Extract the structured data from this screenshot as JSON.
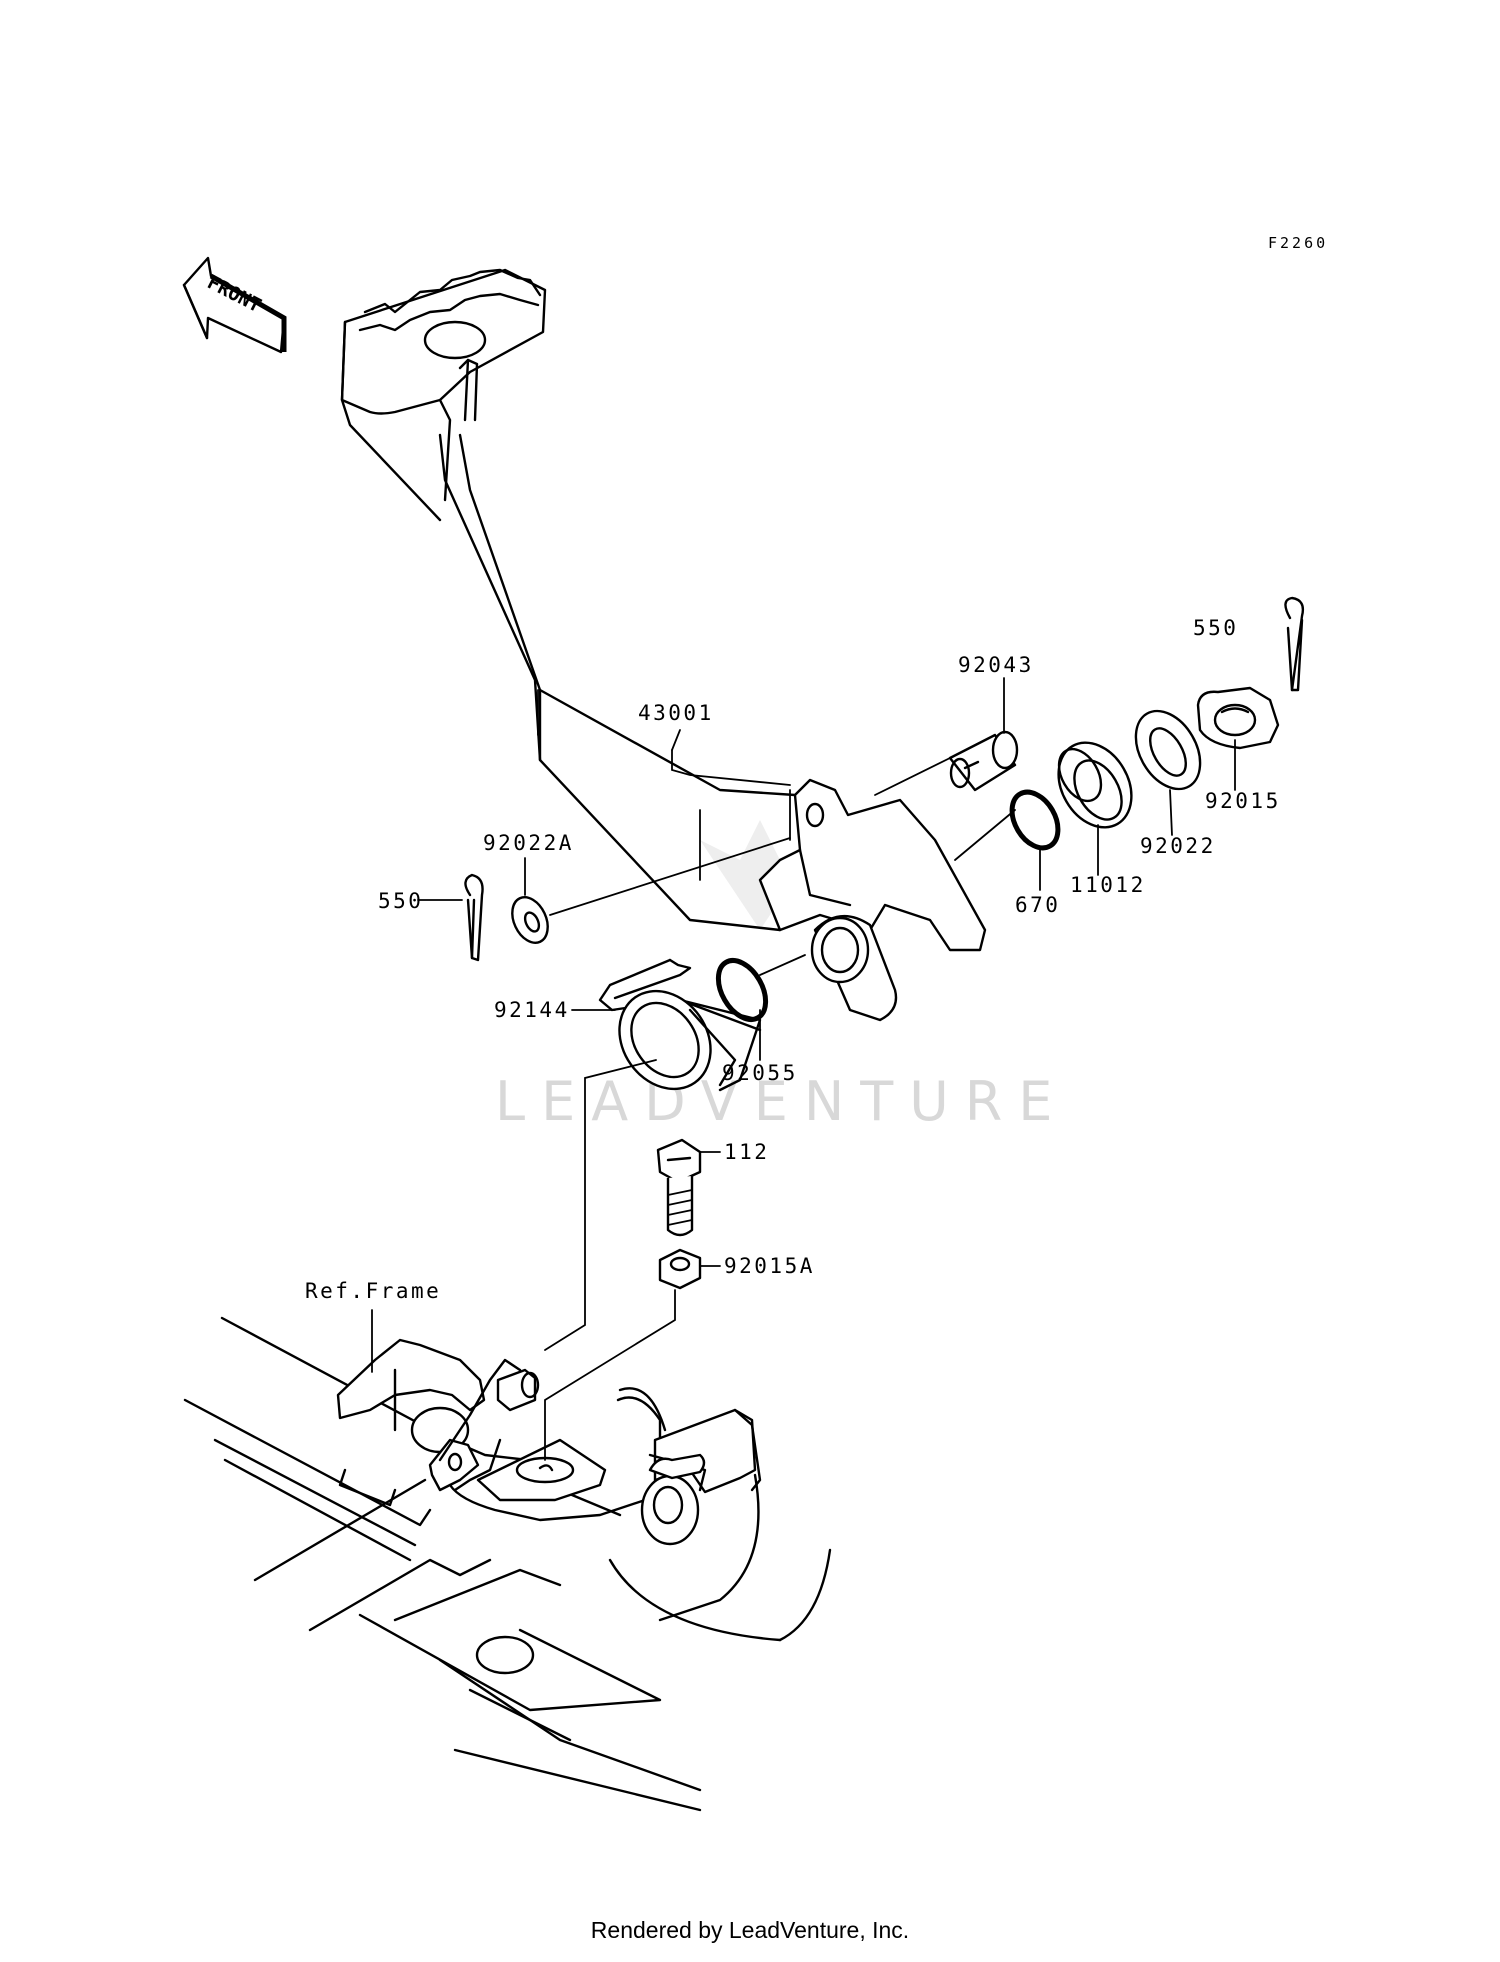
{
  "diagram_code": "F2260",
  "front_arrow_text": "FRONT",
  "watermark": "LEADVENTURE",
  "footer": "Rendered by LeadVenture, Inc.",
  "labels": {
    "cotter_pin_top": "550",
    "pin": "92043",
    "pedal": "43001",
    "nut_cap": "92015",
    "washer": "92022",
    "seal": "11012",
    "oring_outer": "670",
    "washer_a": "92022A",
    "cotter_pin_left": "550",
    "spring": "92144",
    "oring_inner": "92055",
    "bolt": "112",
    "nut": "92015A",
    "frame": "Ref.Frame"
  }
}
